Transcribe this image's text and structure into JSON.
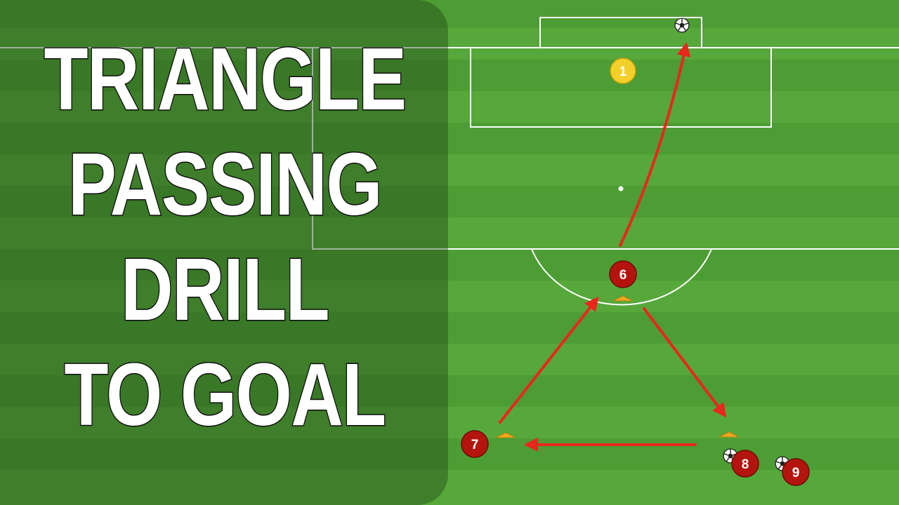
{
  "title": {
    "lines": [
      "TRIANGLE",
      "PASSING",
      "DRILL",
      "TO GOAL"
    ]
  },
  "players": {
    "goalkeeper": {
      "number": "1",
      "color": "#f2cf2a"
    },
    "attacker_top": {
      "number": "6",
      "color": "#b3150e"
    },
    "attacker_left": {
      "number": "7",
      "color": "#b3150e"
    },
    "attacker_right": {
      "number": "8",
      "color": "#b3150e"
    },
    "attacker_waiting": {
      "number": "9",
      "color": "#b3150e"
    }
  },
  "colors": {
    "pitch_light": "#56a83a",
    "pitch_dark": "#4c9d33",
    "line": "#ffffff",
    "arrow": "#e8271d",
    "cone": "#f2a81d"
  },
  "icons": [
    "soccer-ball-icon",
    "cone-icon",
    "arrow-icon"
  ]
}
